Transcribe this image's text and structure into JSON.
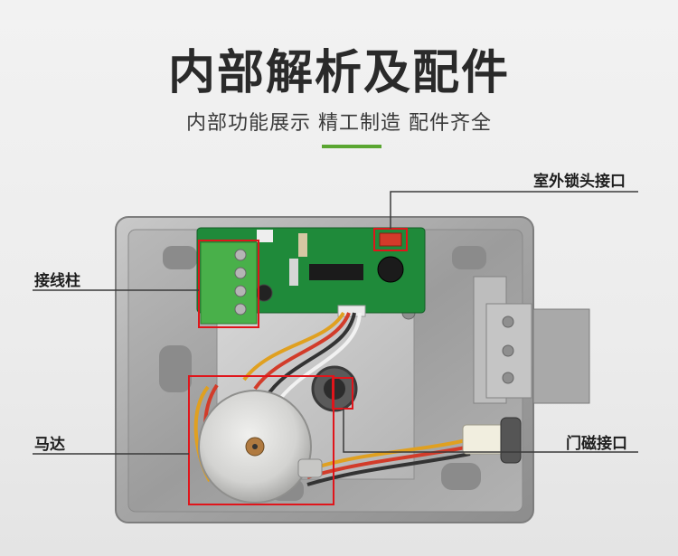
{
  "header": {
    "title": "内部解析及配件",
    "subtitle": "内部功能展示 精工制造 配件齐全"
  },
  "callouts": {
    "terminal": "接线柱",
    "motor": "马达",
    "lock_port": "室外锁头接口",
    "door_sensor": "门磁接口"
  },
  "colors": {
    "accent": "#5aa631",
    "highlight": "#e0151b",
    "pcb": "#1f8a3a",
    "terminal_block": "#49b04a"
  }
}
